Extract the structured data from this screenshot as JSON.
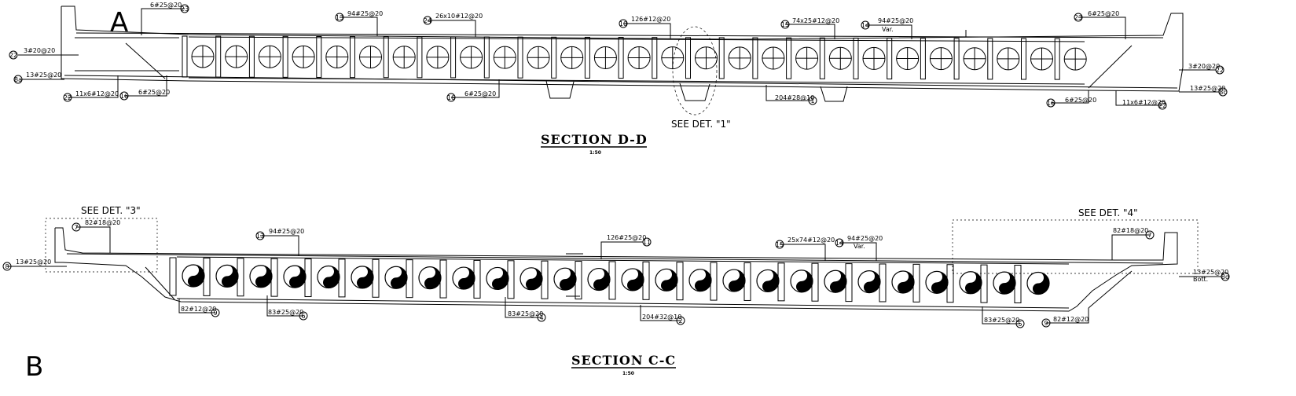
{
  "panel_a": {
    "label": "A"
  },
  "panel_b": {
    "label": "B"
  },
  "section_dd": {
    "title": "SECTION D-D",
    "scale": "1:50",
    "see_det": "SEE DET. \"1\"",
    "callouts": {
      "c1": {
        "num": "23",
        "text": "6#25@20"
      },
      "c2": {
        "num": "13",
        "text": "94#25@20"
      },
      "c3": {
        "num": "24",
        "text": "26x10#12@20"
      },
      "c4": {
        "num": "10",
        "text": "126#12@20"
      },
      "c5": {
        "num": "15",
        "text": "74x25#12@20"
      },
      "c6": {
        "num": "14",
        "text": "94#25@20",
        "text2": "Var."
      },
      "c7": {
        "num": "23",
        "text": "6#25@20"
      },
      "c8": {
        "num": "22",
        "text": "3#20@20"
      },
      "c9": {
        "num": "8a",
        "text": "13#25@20"
      },
      "c10": {
        "num": "22",
        "text": "11x6#12@20"
      },
      "c11": {
        "num": "16",
        "text": "6#25@20"
      },
      "c12": {
        "num": "16",
        "text": "6#25@20"
      },
      "c13": {
        "num": "1",
        "text": "204#28@10"
      },
      "c14": {
        "num": "22",
        "text": "3#20@20"
      },
      "c15": {
        "num": "8c",
        "text": "13#25@20"
      },
      "c16": {
        "num": "16",
        "text": "6#25@20"
      },
      "c17": {
        "num": "22",
        "text": "11x6#12@20"
      }
    }
  },
  "section_cc": {
    "title": "SECTION C-C",
    "scale": "1:50",
    "see_det_3": "SEE DET. \"3\"",
    "see_det_4": "SEE DET. \"4\"",
    "callouts": {
      "c1": {
        "num": "7",
        "text": "82#18@20"
      },
      "c2": {
        "num": "8",
        "text": "13#25@20"
      },
      "c3": {
        "num": "13",
        "text": "94#25@20"
      },
      "c4": {
        "num": "11",
        "text": "126#25@20"
      },
      "c5": {
        "num": "15",
        "text": "25x74#12@20"
      },
      "c6": {
        "num": "14",
        "text": "94#25@20",
        "text2": "Var."
      },
      "c7": {
        "num": "7",
        "text": "82#18@20"
      },
      "c8": {
        "num": "8d",
        "text": "13#25@20",
        "text2": "Bott."
      },
      "c9": {
        "num": "9",
        "text": "82#12@20"
      },
      "c10": {
        "num": "6",
        "text": "83#25@20"
      },
      "c11": {
        "num": "4",
        "text": "83#25@20"
      },
      "c12": {
        "num": "2",
        "text": "204#32@10"
      },
      "c13": {
        "num": "5",
        "text": "83#25@20"
      },
      "c14": {
        "num": "9",
        "text": "82#12@20"
      }
    }
  }
}
